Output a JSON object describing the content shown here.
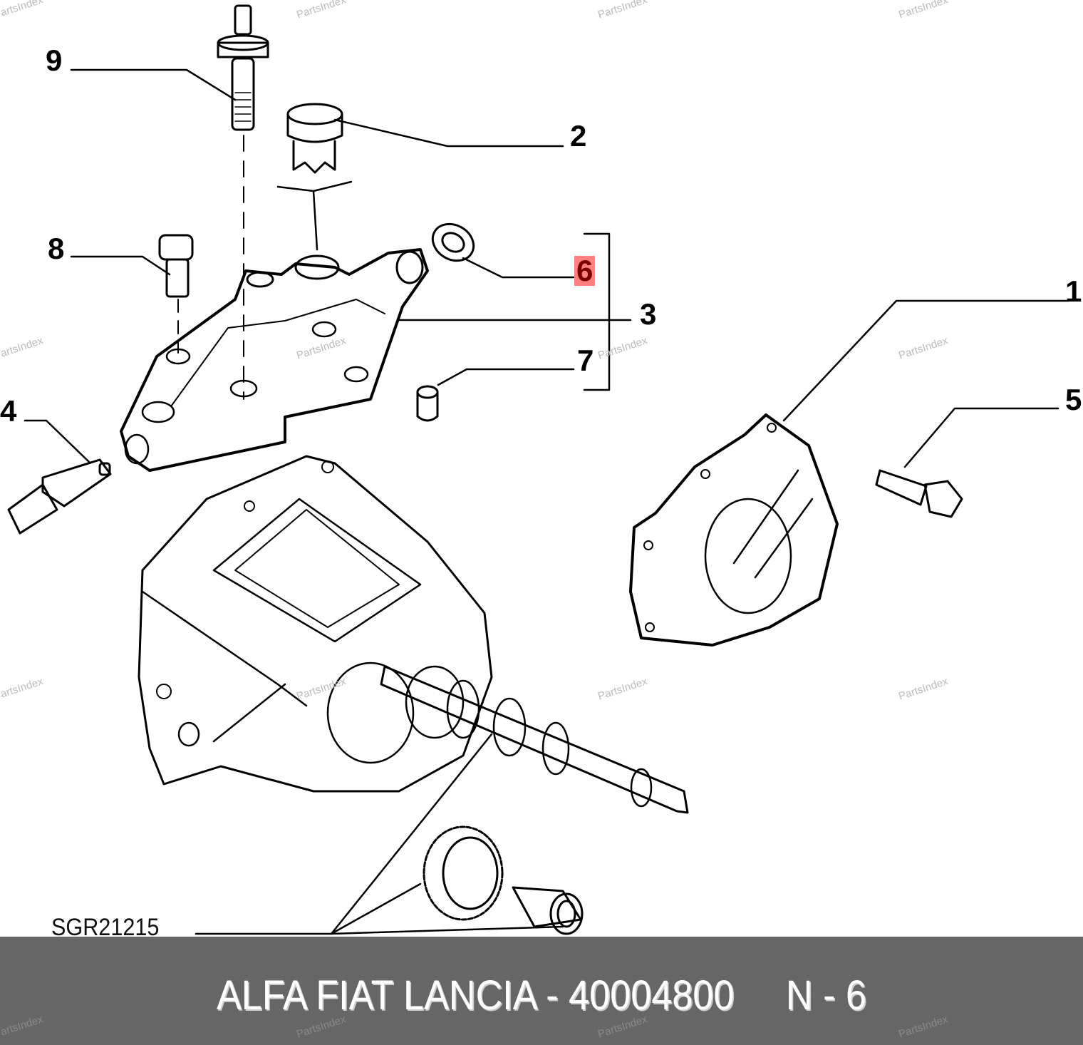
{
  "diagram": {
    "callouts": [
      {
        "id": "9",
        "label": "9"
      },
      {
        "id": "2",
        "label": "2"
      },
      {
        "id": "8",
        "label": "8"
      },
      {
        "id": "6",
        "label": "6",
        "highlighted": true
      },
      {
        "id": "3",
        "label": "3"
      },
      {
        "id": "1",
        "label": "1"
      },
      {
        "id": "7",
        "label": "7"
      },
      {
        "id": "4",
        "label": "4"
      },
      {
        "id": "5",
        "label": "5"
      }
    ],
    "drawing_code": "SGR21215",
    "highlight_color": "#ff8080",
    "watermark": "PartsIndex"
  },
  "footer": {
    "text": "ALFA FIAT LANCIA - 40004800     N - 6",
    "background": "#666666"
  }
}
